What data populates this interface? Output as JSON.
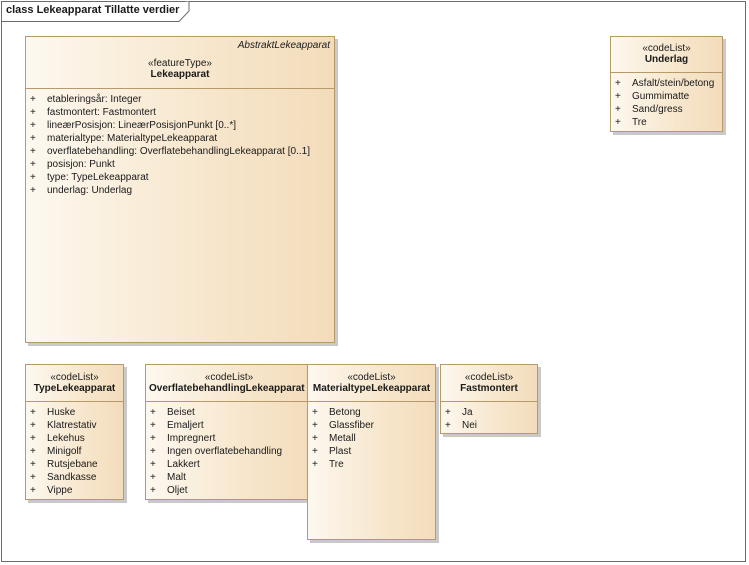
{
  "frame": {
    "title": "class Lekeapparat Tillatte verdier"
  },
  "classes": {
    "lekeapparat": {
      "parent": "AbstraktLekeapparat",
      "stereotype": "«featureType»",
      "name": "Lekeapparat",
      "attributes": [
        "etableringsår: Integer",
        "fastmontert: Fastmontert",
        "lineærPosisjon: LineærPosisjonPunkt [0..*]",
        "materialtype: MaterialtypeLekeapparat",
        "overflatebehandling: OverflatebehandlingLekeapparat [0..1]",
        "posisjon: Punkt",
        "type: TypeLekeapparat",
        "underlag: Underlag"
      ]
    },
    "underlag": {
      "stereotype": "«codeList»",
      "name": "Underlag",
      "values": [
        "Asfalt/stein/betong",
        "Gummimatte",
        "Sand/gress",
        "Tre"
      ]
    },
    "type": {
      "stereotype": "«codeList»",
      "name": "TypeLekeapparat",
      "values": [
        "Huske",
        "Klatrestativ",
        "Lekehus",
        "Minigolf",
        "Rutsjebane",
        "Sandkasse",
        "Vippe"
      ]
    },
    "overflate": {
      "stereotype": "«codeList»",
      "name": "OverflatebehandlingLekeapparat",
      "values": [
        "Beiset",
        "Emaljert",
        "Impregnert",
        "Ingen overflatebehandling",
        "Lakkert",
        "Malt",
        "Oljet"
      ]
    },
    "material": {
      "stereotype": "«codeList»",
      "name": "MaterialtypeLekeapparat",
      "values": [
        "Betong",
        "Glassfiber",
        "Metall",
        "Plast",
        "Tre"
      ]
    },
    "fast": {
      "stereotype": "«codeList»",
      "name": "Fastmontert",
      "values": [
        "Ja",
        "Nei"
      ]
    }
  },
  "symbols": {
    "plus": "+"
  }
}
